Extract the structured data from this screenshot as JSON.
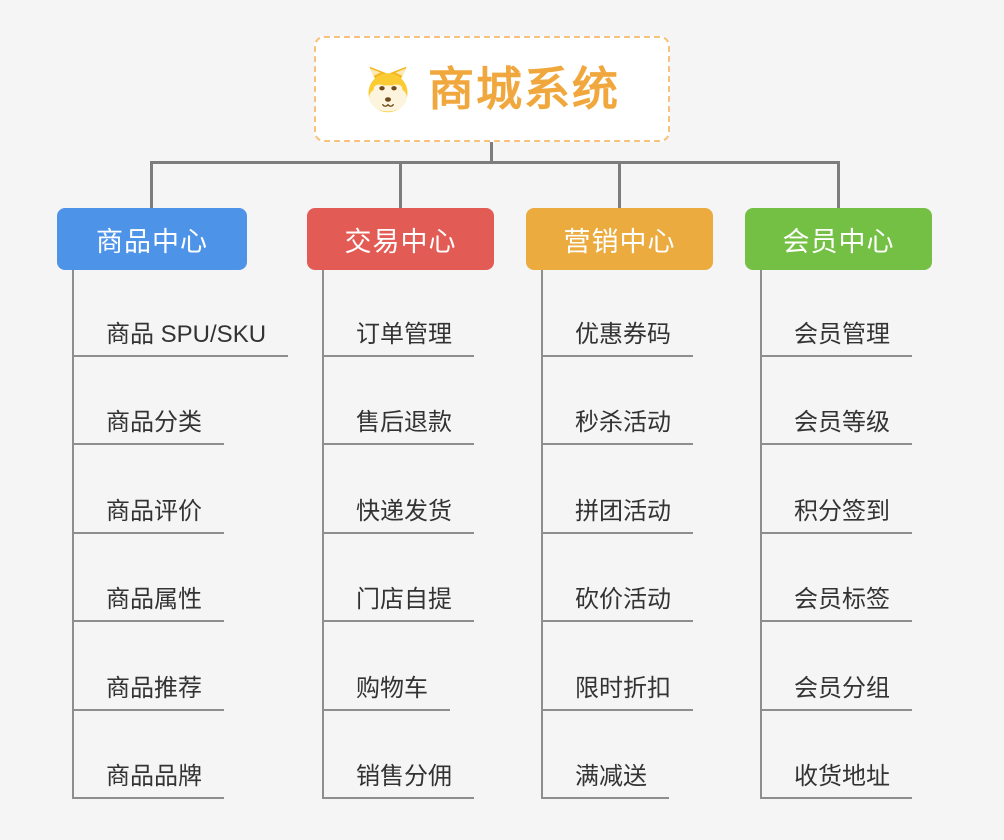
{
  "page": {
    "background": "#f5f5f5"
  },
  "root": {
    "title": "商城系统",
    "icon": "doge-icon",
    "text_color": "#f0a83e",
    "border_color": "#f6c27e",
    "background": "#ffffff"
  },
  "connectors": {
    "tree_line_color": "#7d7d7d",
    "leaf_line_color": "#8e8e8e"
  },
  "branches": [
    {
      "label": "商品中心",
      "color": "#4d94e8",
      "children": [
        "商品 SPU/SKU",
        "商品分类",
        "商品评价",
        "商品属性",
        "商品推荐",
        "商品品牌"
      ]
    },
    {
      "label": "交易中心",
      "color": "#e25b55",
      "children": [
        "订单管理",
        "售后退款",
        "快递发货",
        "门店自提",
        "购物车",
        "销售分佣"
      ]
    },
    {
      "label": "营销中心",
      "color": "#ebab3f",
      "children": [
        "优惠券码",
        "秒杀活动",
        "拼团活动",
        "砍价活动",
        "限时折扣",
        "满减送"
      ]
    },
    {
      "label": "会员中心",
      "color": "#74c044",
      "children": [
        "会员管理",
        "会员等级",
        "积分签到",
        "会员标签",
        "会员分组",
        "收货地址"
      ]
    }
  ]
}
